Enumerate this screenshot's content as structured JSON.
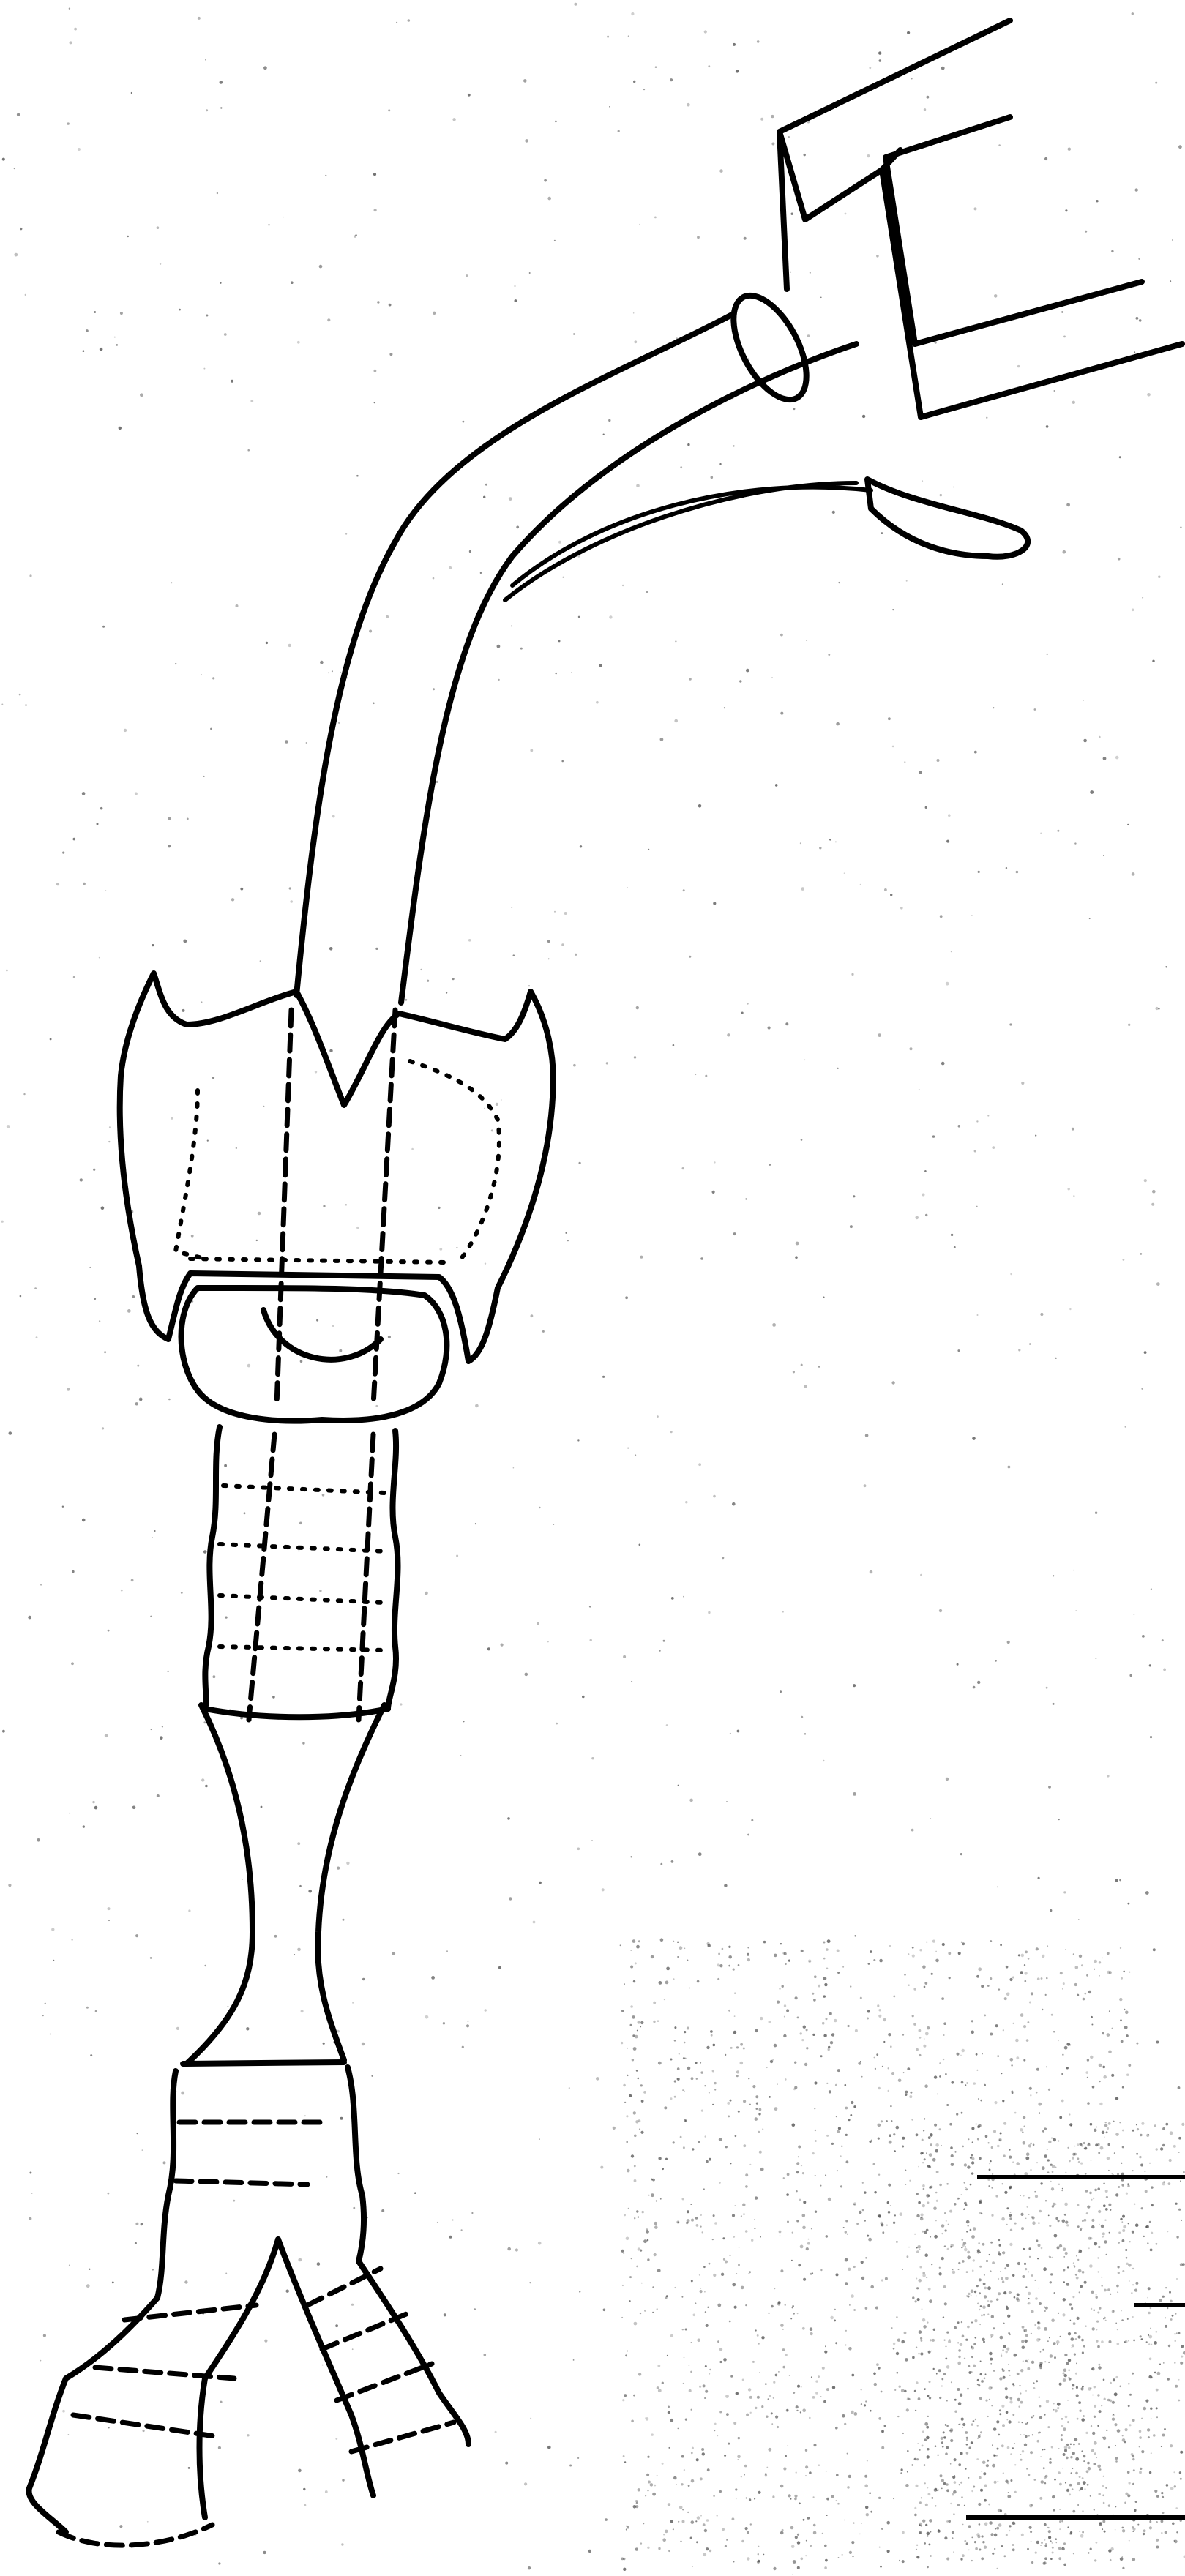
{
  "figure": {
    "kind": "line drawing",
    "subject": [
      "endotracheal-tube",
      "larynx",
      "trachea",
      "bronchi"
    ],
    "ink_color": "#000000",
    "background_color": "#ffffff"
  }
}
